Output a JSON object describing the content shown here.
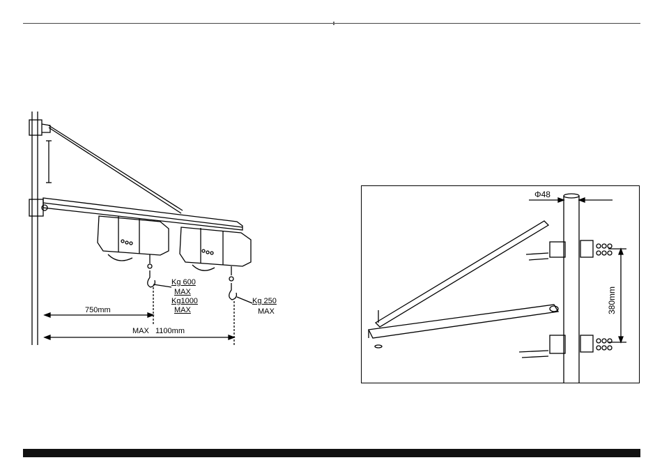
{
  "left_figure": {
    "hoist1_capacity": "Kg 600",
    "hoist1_max": "MAX",
    "hoist1_capacity_alt": "Kg1000",
    "hoist1_max_alt": "MAX",
    "hoist2_capacity": "Kg 250",
    "hoist2_max": "MAX",
    "dim_inner": "750mm",
    "dim_outer": "MAX   1100mm"
  },
  "right_figure": {
    "diameter": "Φ48",
    "spacing": "380mm"
  }
}
